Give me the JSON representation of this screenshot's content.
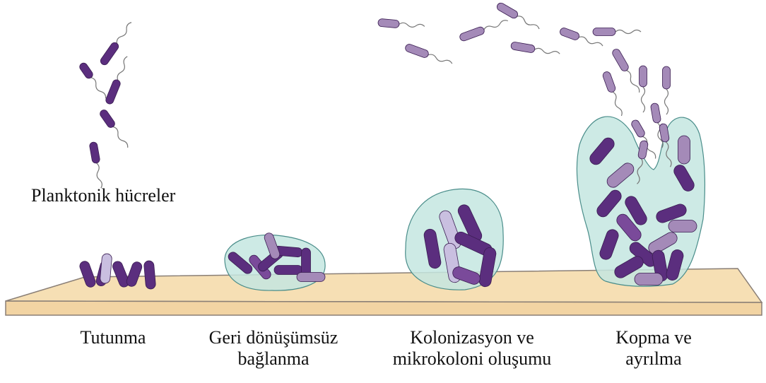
{
  "colors": {
    "cell_dark": "#5b2e7e",
    "cell_medium": "#7a4a9a",
    "cell_faded": "#a48ab8",
    "cell_light": "#c9bfe0",
    "matrix_fill": "#c4e6e1",
    "matrix_stroke": "#4a8d8a",
    "surface_top": "#f6dfb4",
    "surface_front": "#f2d4a3",
    "surface_stroke": "#8a7f76"
  },
  "labels": {
    "planktonic": "Planktonik hücreler",
    "stage1": [
      "Tutunma"
    ],
    "stage2": [
      "Geri dönüşümsüz",
      "bağlanma"
    ],
    "stage3": [
      "Kolonizasyon ve",
      "mikrokoloni oluşumu"
    ],
    "stage4": [
      "Kopma ve",
      "ayrılma"
    ]
  },
  "icons": {
    "bacterium": "rod-bacterium-icon",
    "flagellated_bacterium": "flagellated-bacterium-icon",
    "biofilm_matrix": "biofilm-matrix-icon",
    "surface": "substrate-surface-icon"
  }
}
